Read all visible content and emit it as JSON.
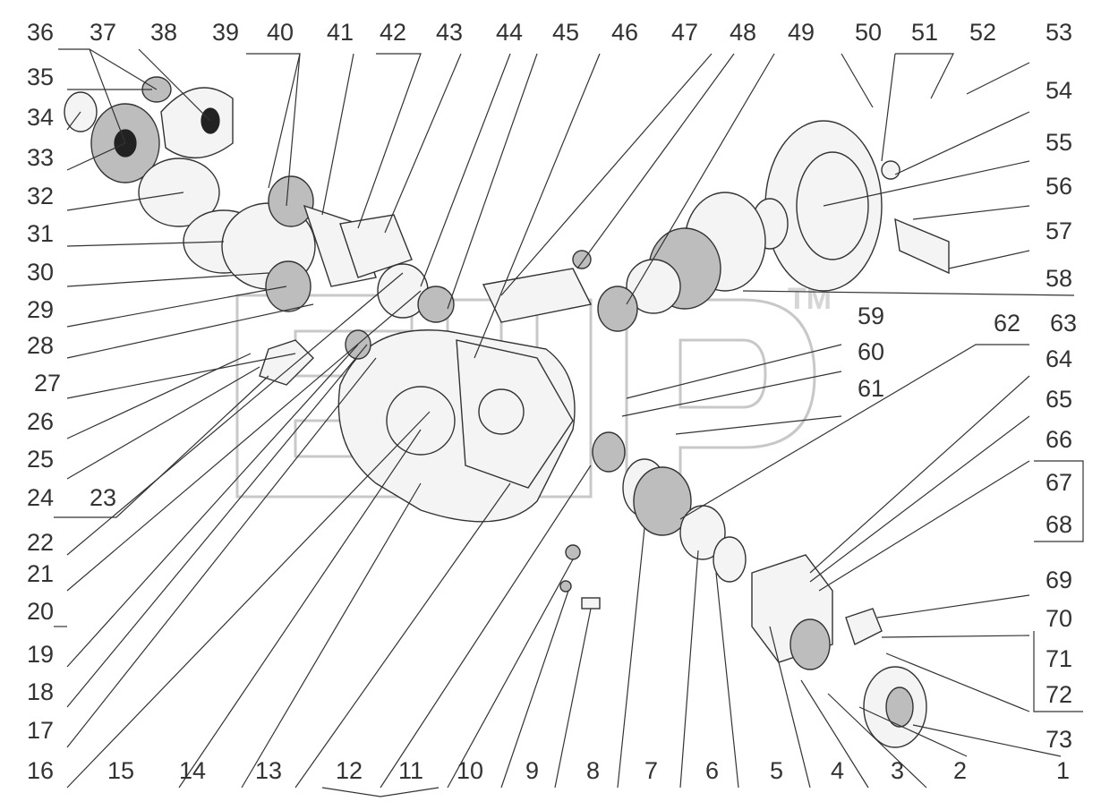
{
  "diagram": {
    "title": "",
    "watermark": {
      "mark": "ТМ"
    },
    "part_numbers": [
      "1",
      "2",
      "3",
      "4",
      "5",
      "6",
      "7",
      "8",
      "9",
      "10",
      "11",
      "12",
      "13",
      "14",
      "15",
      "16",
      "17",
      "18",
      "19",
      "20",
      "21",
      "22",
      "23",
      "24",
      "25",
      "26",
      "27",
      "28",
      "29",
      "30",
      "31",
      "32",
      "33",
      "34",
      "35",
      "36",
      "37",
      "38",
      "39",
      "40",
      "41",
      "42",
      "43",
      "44",
      "45",
      "46",
      "47",
      "48",
      "49",
      "50",
      "51",
      "52",
      "53",
      "54",
      "55",
      "56",
      "57",
      "58",
      "59",
      "60",
      "61",
      "62",
      "63",
      "64",
      "65",
      "66",
      "67",
      "68",
      "69",
      "70",
      "71",
      "72",
      "73"
    ]
  }
}
